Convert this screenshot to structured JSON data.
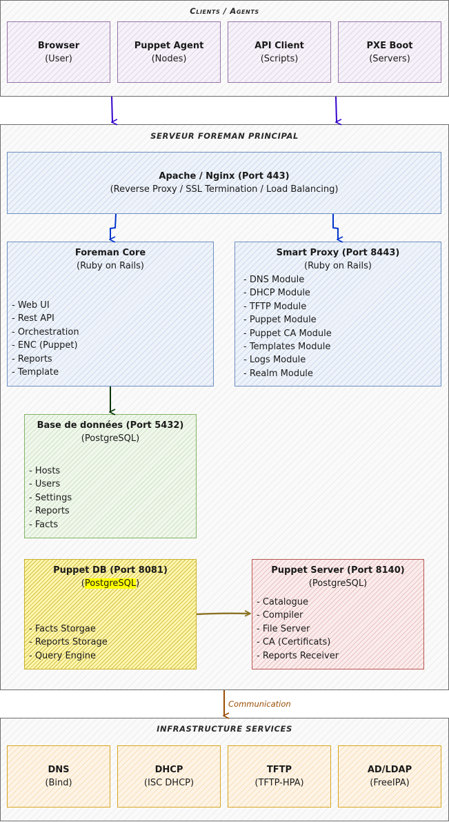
{
  "clients": {
    "title": "Clients / Agents",
    "items": [
      {
        "name": "Browser",
        "sub": "(User)"
      },
      {
        "name": "Puppet Agent",
        "sub": "(Nodes)"
      },
      {
        "name": "API Client",
        "sub": "(Scripts)"
      },
      {
        "name": "PXE Boot",
        "sub": "(Servers)"
      }
    ]
  },
  "server": {
    "title": "SERVEUR FOREMAN PRINCIPAL",
    "web": {
      "name": "Apache / Nginx (Port 443)",
      "sub": "(Reverse Proxy / SSL Termination / Load Balancing)"
    },
    "core": {
      "name": "Foreman Core",
      "sub": "(Ruby on Rails)",
      "items": [
        "Web UI",
        "Rest API",
        "Orchestration",
        "ENC (Puppet)",
        "Reports",
        "Template"
      ]
    },
    "proxy": {
      "name": "Smart Proxy (Port 8443)",
      "sub": "(Ruby on Rails)",
      "items": [
        "DNS Module",
        "DHCP Module",
        "TFTP Module",
        "Puppet Module",
        "Puppet CA Module",
        "Templates Module",
        "Logs Module",
        "Realm Module"
      ]
    },
    "db": {
      "name": "Base de données (Port 5432)",
      "sub": "(PostgreSQL)",
      "items": [
        "Hosts",
        "Users",
        "Settings",
        "Reports",
        "Facts"
      ]
    },
    "puppetdb": {
      "name": "Puppet DB (Port 8081)",
      "sub_open": "(",
      "sub_highlight": "PostgreSQL",
      "sub_close": ")",
      "items": [
        "Facts Storgae",
        "Reports Storage",
        "Query Engine"
      ]
    },
    "puppetserver": {
      "name": "Puppet Server (Port 8140)",
      "sub": "(PostgreSQL)",
      "items": [
        "Catalogue",
        "Compiler",
        "File Server",
        "CA (Certificats)",
        "Reports Receiver"
      ]
    }
  },
  "edge_label": "Communication",
  "infra": {
    "title": "INFRASTRUCTURE SERVICES",
    "items": [
      {
        "name": "DNS",
        "sub": "(Bind)"
      },
      {
        "name": "DHCP",
        "sub": "(ISC DHCP)"
      },
      {
        "name": "TFTP",
        "sub": "(TFTP-HPA)"
      },
      {
        "name": "AD/LDAP",
        "sub": "(FreeIPA)"
      }
    ]
  },
  "colors": {
    "clients_arrow": "#3300cc",
    "server_arrow": "#0033cc",
    "db_arrow": "#003300",
    "puppetdb_arrow": "#8c7225",
    "comm_arrow": "#994c00"
  }
}
